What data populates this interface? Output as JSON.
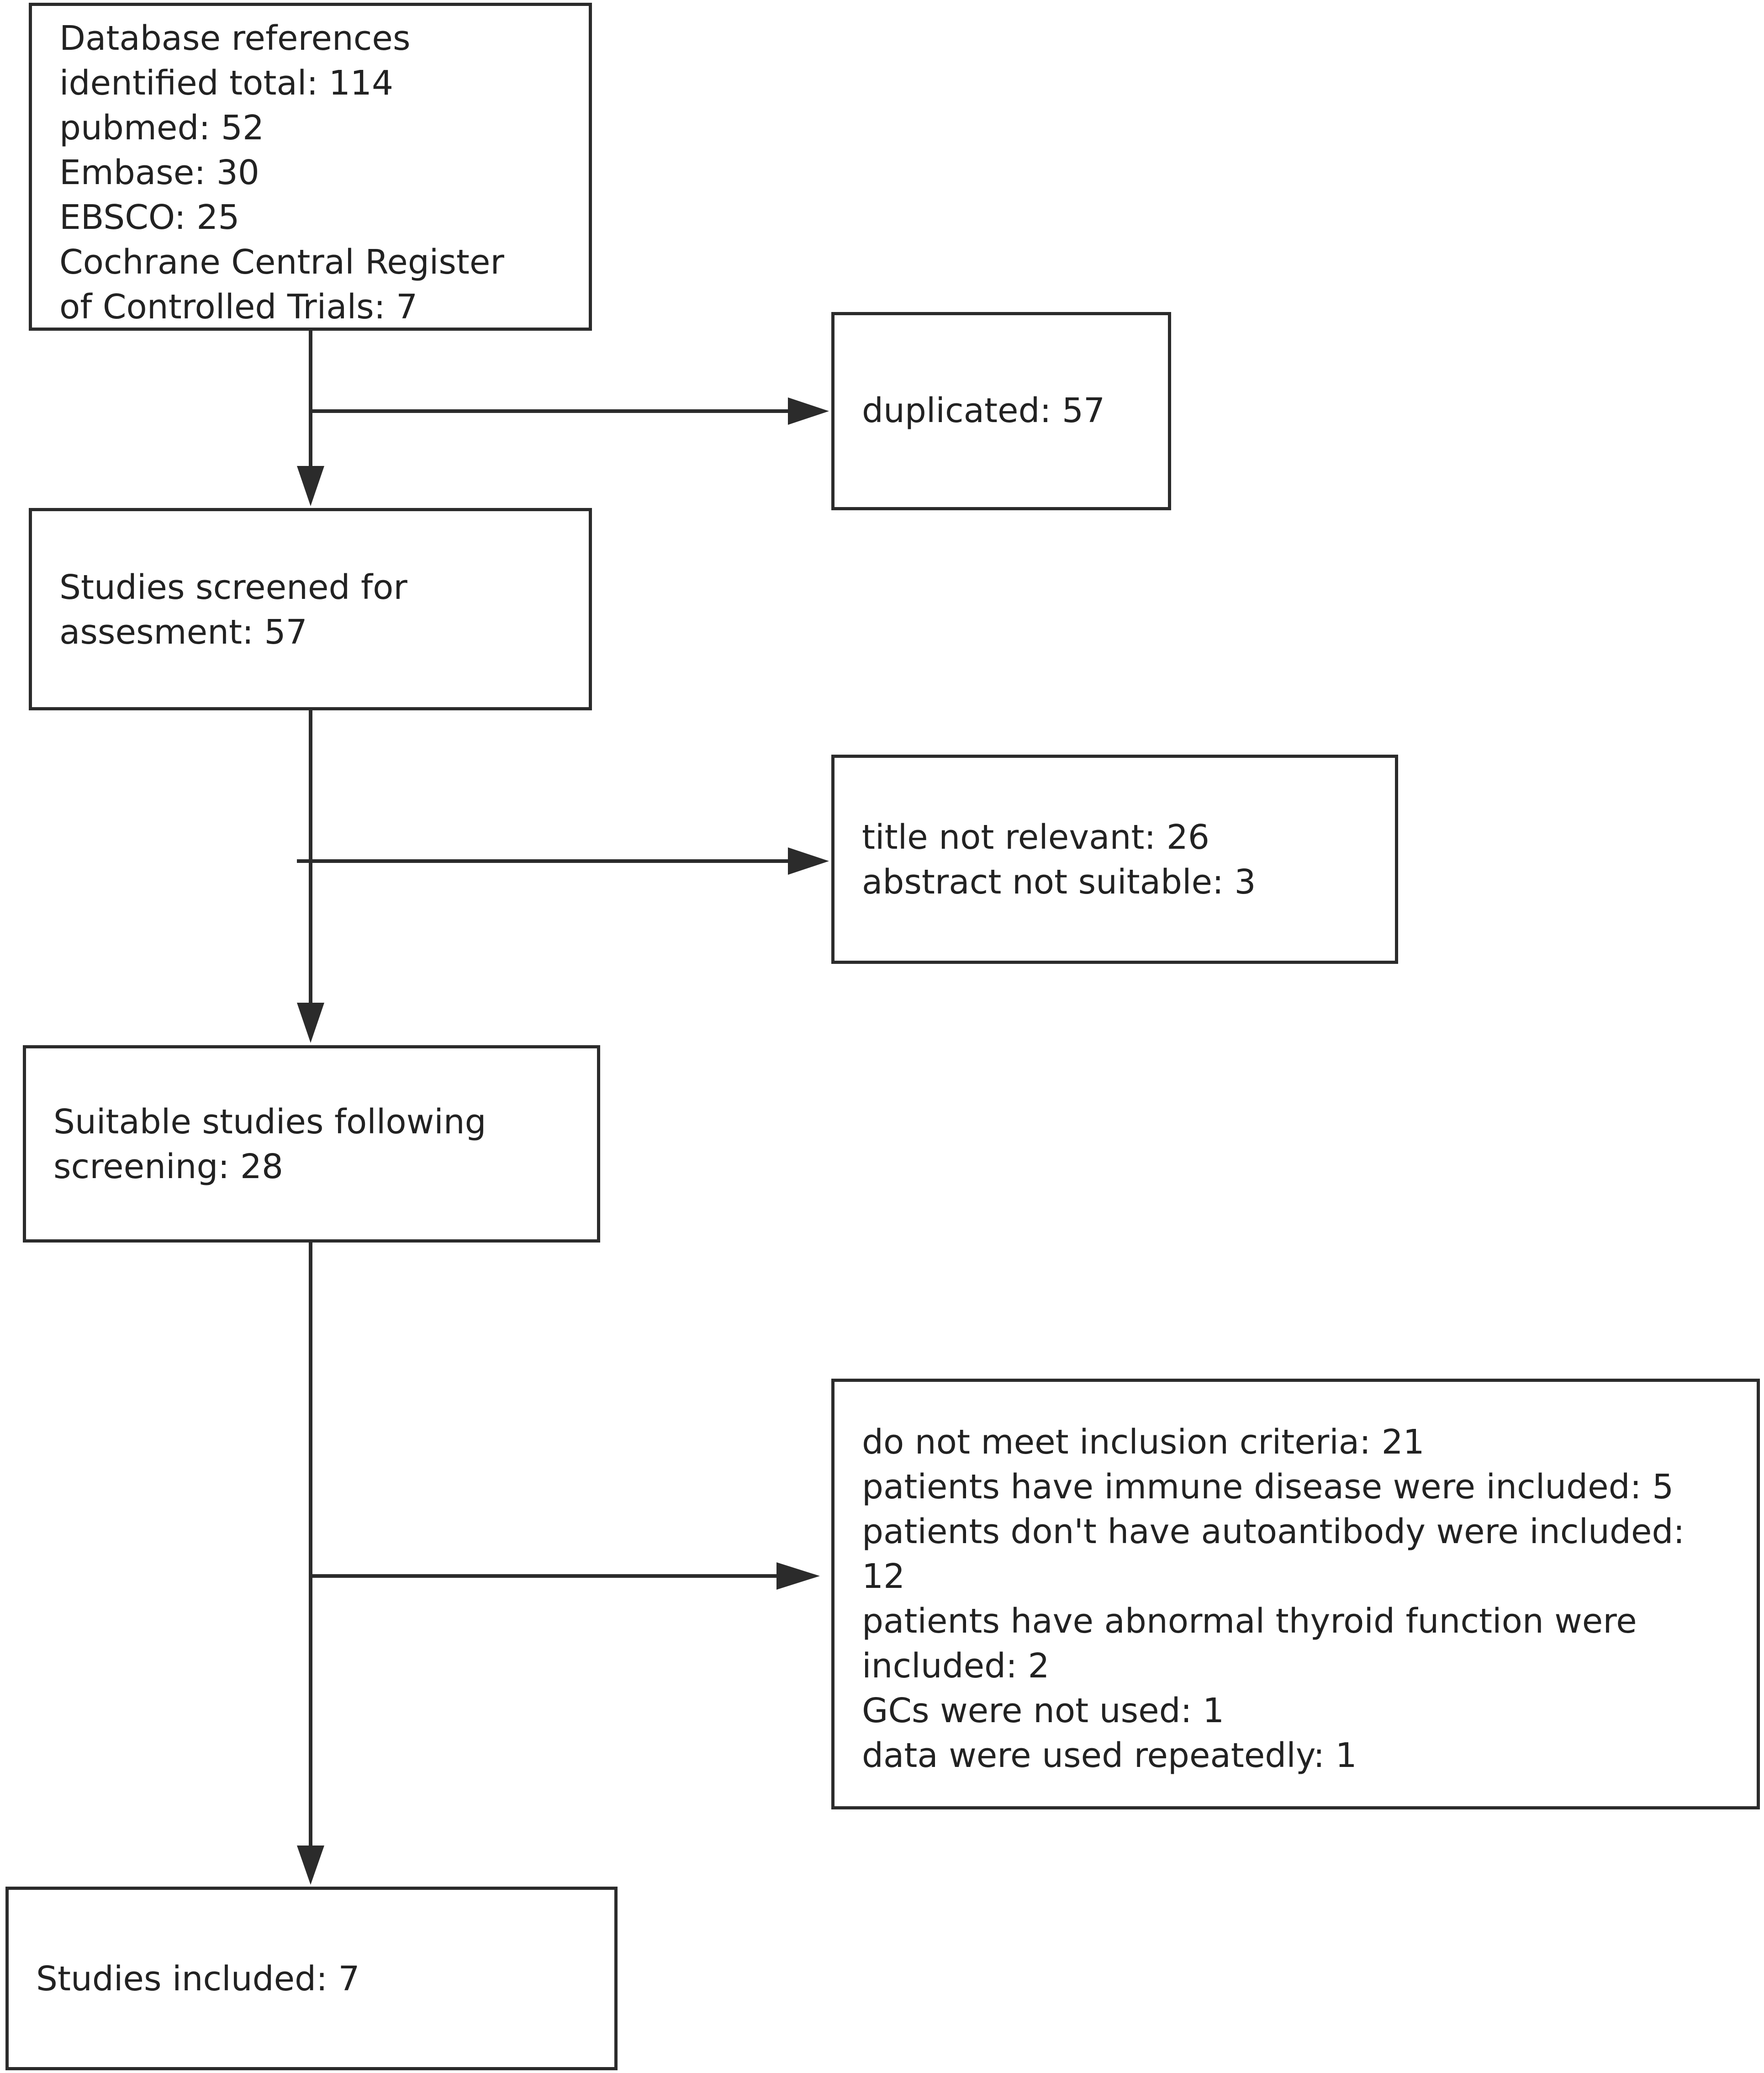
{
  "boxes": {
    "database_references": {
      "lines": [
        "Database references",
        "identified total: 114",
        "pubmed: 52",
        "Embase: 30",
        "EBSCO: 25",
        "Cochrane Central Register",
        "of Controlled Trials: 7"
      ]
    },
    "duplicated": {
      "lines": [
        "duplicated: 57"
      ]
    },
    "screened": {
      "lines": [
        "Studies screened for",
        "assesment: 57"
      ]
    },
    "excluded_title_abstract": {
      "lines": [
        "title not relevant: 26",
        "abstract not suitable: 3"
      ]
    },
    "suitable": {
      "lines": [
        "Suitable studies following",
        "screening: 28"
      ]
    },
    "excluded_criteria": {
      "lines": [
        "do not meet inclusion criteria: 21",
        "patients have immune disease were included: 5",
        "patients don't have autoantibody were included:",
        "12",
        "patients have abnormal thyroid function were",
        "included: 2",
        "GCs were not used: 1",
        "data were used repeatedly: 1"
      ]
    },
    "included": {
      "lines": [
        "Studies included: 7"
      ]
    }
  },
  "colors": {
    "line": "#2b2b2b",
    "text": "#222222",
    "background": "#ffffff"
  }
}
